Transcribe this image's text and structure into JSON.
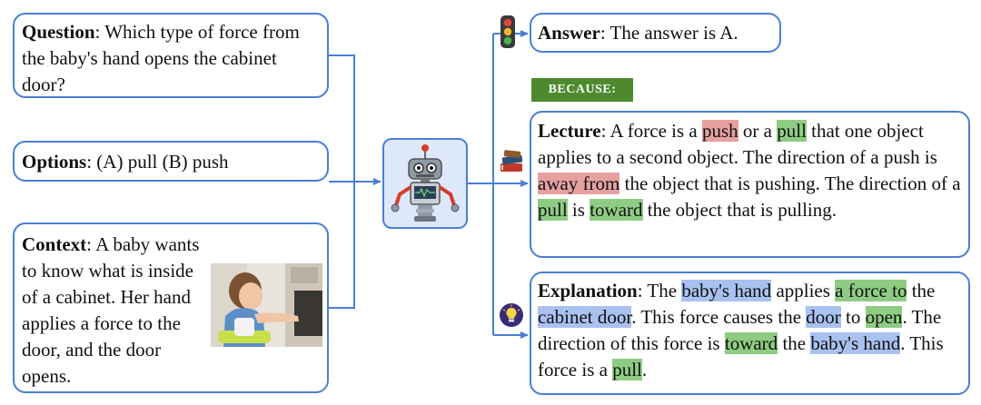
{
  "question": {
    "label": "Question",
    "text": ": Which type of force from the baby's hand opens the cabinet door?"
  },
  "options": {
    "label": "Options",
    "text": ": (A) pull (B) push"
  },
  "context": {
    "label": "Context",
    "text": ": A baby wants to know what is inside of a cabinet. Her hand applies a force to the door, and the door opens."
  },
  "answer": {
    "label": "Answer",
    "text": ": The answer is A."
  },
  "because": {
    "label": "BECAUSE:"
  },
  "lecture": {
    "label": "Lecture",
    "segments": [
      {
        "t": ": A force is a ",
        "h": ""
      },
      {
        "t": "push",
        "h": "red"
      },
      {
        "t": " or a ",
        "h": ""
      },
      {
        "t": "pull",
        "h": "green"
      },
      {
        "t": " that one object applies to a second object. The direction of a push is ",
        "h": ""
      },
      {
        "t": "away from",
        "h": "red"
      },
      {
        "t": " the object that is pushing. The direction of a ",
        "h": ""
      },
      {
        "t": "pull",
        "h": "green"
      },
      {
        "t": " is ",
        "h": ""
      },
      {
        "t": "toward",
        "h": "green"
      },
      {
        "t": " the object that is pulling.",
        "h": ""
      }
    ]
  },
  "explanation": {
    "label": "Explanation",
    "segments": [
      {
        "t": ": The ",
        "h": ""
      },
      {
        "t": "baby's hand",
        "h": "blue"
      },
      {
        "t": " applies ",
        "h": ""
      },
      {
        "t": "a force to",
        "h": "green"
      },
      {
        "t": " the ",
        "h": ""
      },
      {
        "t": "cabinet door",
        "h": "blue"
      },
      {
        "t": ". This force causes the ",
        "h": ""
      },
      {
        "t": "door",
        "h": "blue"
      },
      {
        "t": " to ",
        "h": ""
      },
      {
        "t": "open",
        "h": "green"
      },
      {
        "t": ". The direction of this force is ",
        "h": ""
      },
      {
        "t": "toward",
        "h": "green"
      },
      {
        "t": " the ",
        "h": ""
      },
      {
        "t": "baby's hand",
        "h": "blue"
      },
      {
        "t": ". This force is a ",
        "h": ""
      },
      {
        "t": "pull",
        "h": "green"
      },
      {
        "t": ".",
        "h": ""
      }
    ]
  },
  "colors": {
    "border": "#4a7fd4",
    "because_bg": "#4d8a2e",
    "highlight_red": "#e6a0a0",
    "highlight_green": "#8fcc83",
    "highlight_blue": "#a9c1ef"
  },
  "icons": [
    "traffic-light-icon",
    "books-icon",
    "lightbulb-icon",
    "robot-icon",
    "baby-photo"
  ]
}
